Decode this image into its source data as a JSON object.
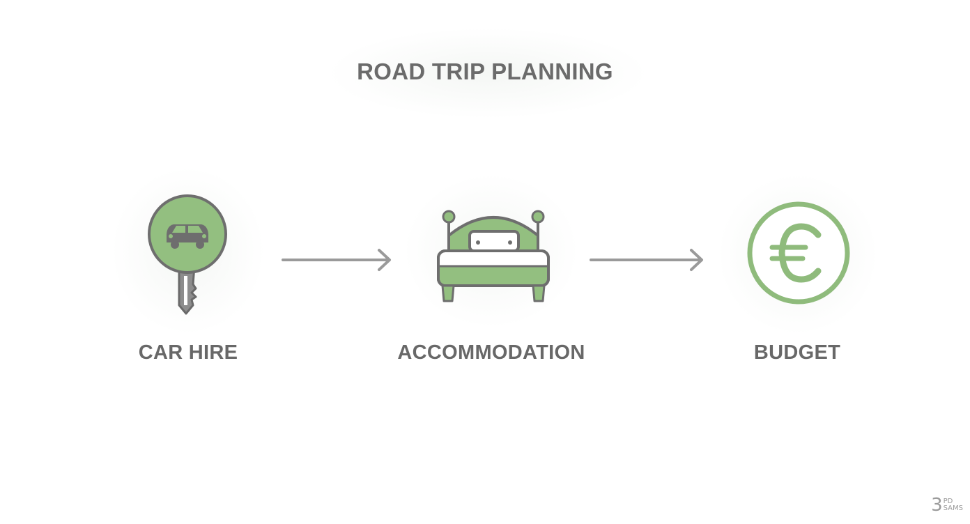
{
  "title": "ROAD TRIP PLANNING",
  "steps": [
    {
      "label": "CAR HIRE",
      "icon": "car-key-icon"
    },
    {
      "label": "ACCOMMODATION",
      "icon": "bed-icon"
    },
    {
      "label": "BUDGET",
      "icon": "euro-coin-icon"
    }
  ],
  "watermark": {
    "number": "3",
    "line1": "PD",
    "line2": "SAMS"
  },
  "colors": {
    "accent_green": "#8fbb7c",
    "outline_gray": "#6e6e6e",
    "text_gray": "#6b6b6b",
    "arrow_gray": "#9a9a9a"
  }
}
